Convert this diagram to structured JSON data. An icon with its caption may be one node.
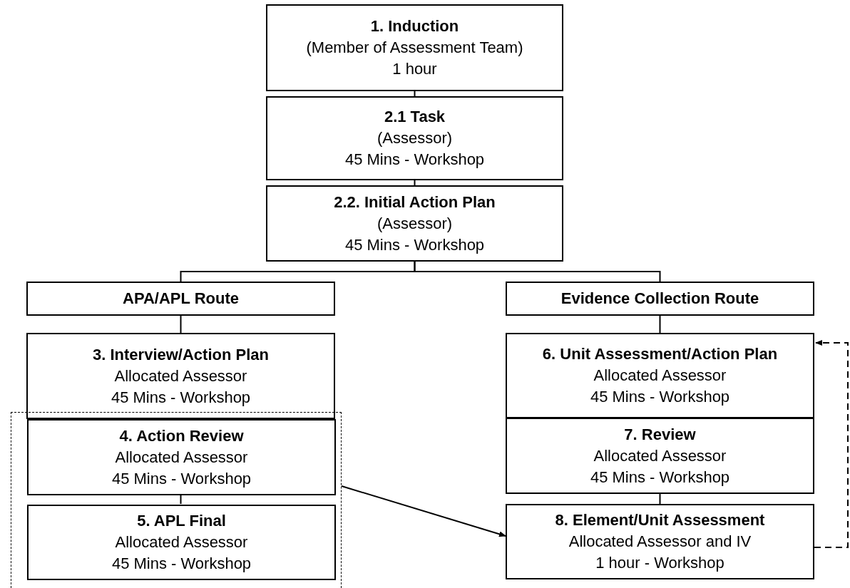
{
  "diagram": {
    "nodes": [
      {
        "text": [
          "1. Induction",
          "(Member of Assessment Team)",
          "1 hour"
        ]
      },
      {
        "text": [
          "2.1 Task",
          "(Assessor)",
          "45 Mins - Workshop"
        ]
      },
      {
        "text": [
          "2.2. Initial Action Plan",
          "(Assessor)",
          "45 Mins - Workshop"
        ]
      },
      {
        "text": [
          "APA/APL Route"
        ]
      },
      {
        "text": [
          "Evidence Collection Route"
        ]
      },
      {
        "text": [
          "3. Interview/Action Plan",
          "Allocated Assessor",
          "45 Mins - Workshop"
        ]
      },
      {
        "text": [],
        "shape": "box"
      },
      {
        "text": [
          "4. Action Review",
          "Allocated Assessor",
          "45 Mins - Workshop"
        ],
        "in": 6
      },
      {
        "text": [
          "5. APL Final",
          "Allocated Assessor",
          "45 Mins - Workshop"
        ],
        "in": 6
      },
      {
        "text": [
          "6. Unit Assessment/Action Plan",
          "Allocated Assessor",
          "45 Mins - Workshop"
        ]
      },
      {
        "text": [
          "7. Review",
          "Allocated Assessor",
          "45 Mins - Workshop"
        ]
      },
      {
        "text": [
          "8. Element/Unit Assessment",
          "Allocated Assessor and IV",
          "1 hour - Workshop"
        ]
      }
    ],
    "edges": [
      {
        "from": 0,
        "to": 1,
        "arrow": "none"
      },
      {
        "from": 1,
        "to": 2,
        "arrow": "none"
      },
      {
        "from": 2,
        "to": 3,
        "arrow": "none"
      },
      {
        "from": 2,
        "to": 4,
        "arrow": "none"
      },
      {
        "from": 3,
        "to": 5,
        "arrow": "none"
      },
      {
        "from": 7,
        "to": 8,
        "arrow": "none"
      },
      {
        "from": 4,
        "to": 9,
        "arrow": "none"
      },
      {
        "from": 10,
        "to": 11,
        "arrow": "none"
      },
      {
        "from": 6,
        "to": 11,
        "arrow": "to"
      },
      {
        "from": 11,
        "to": 9,
        "arrow": "to",
        "style": "dashed"
      }
    ]
  }
}
